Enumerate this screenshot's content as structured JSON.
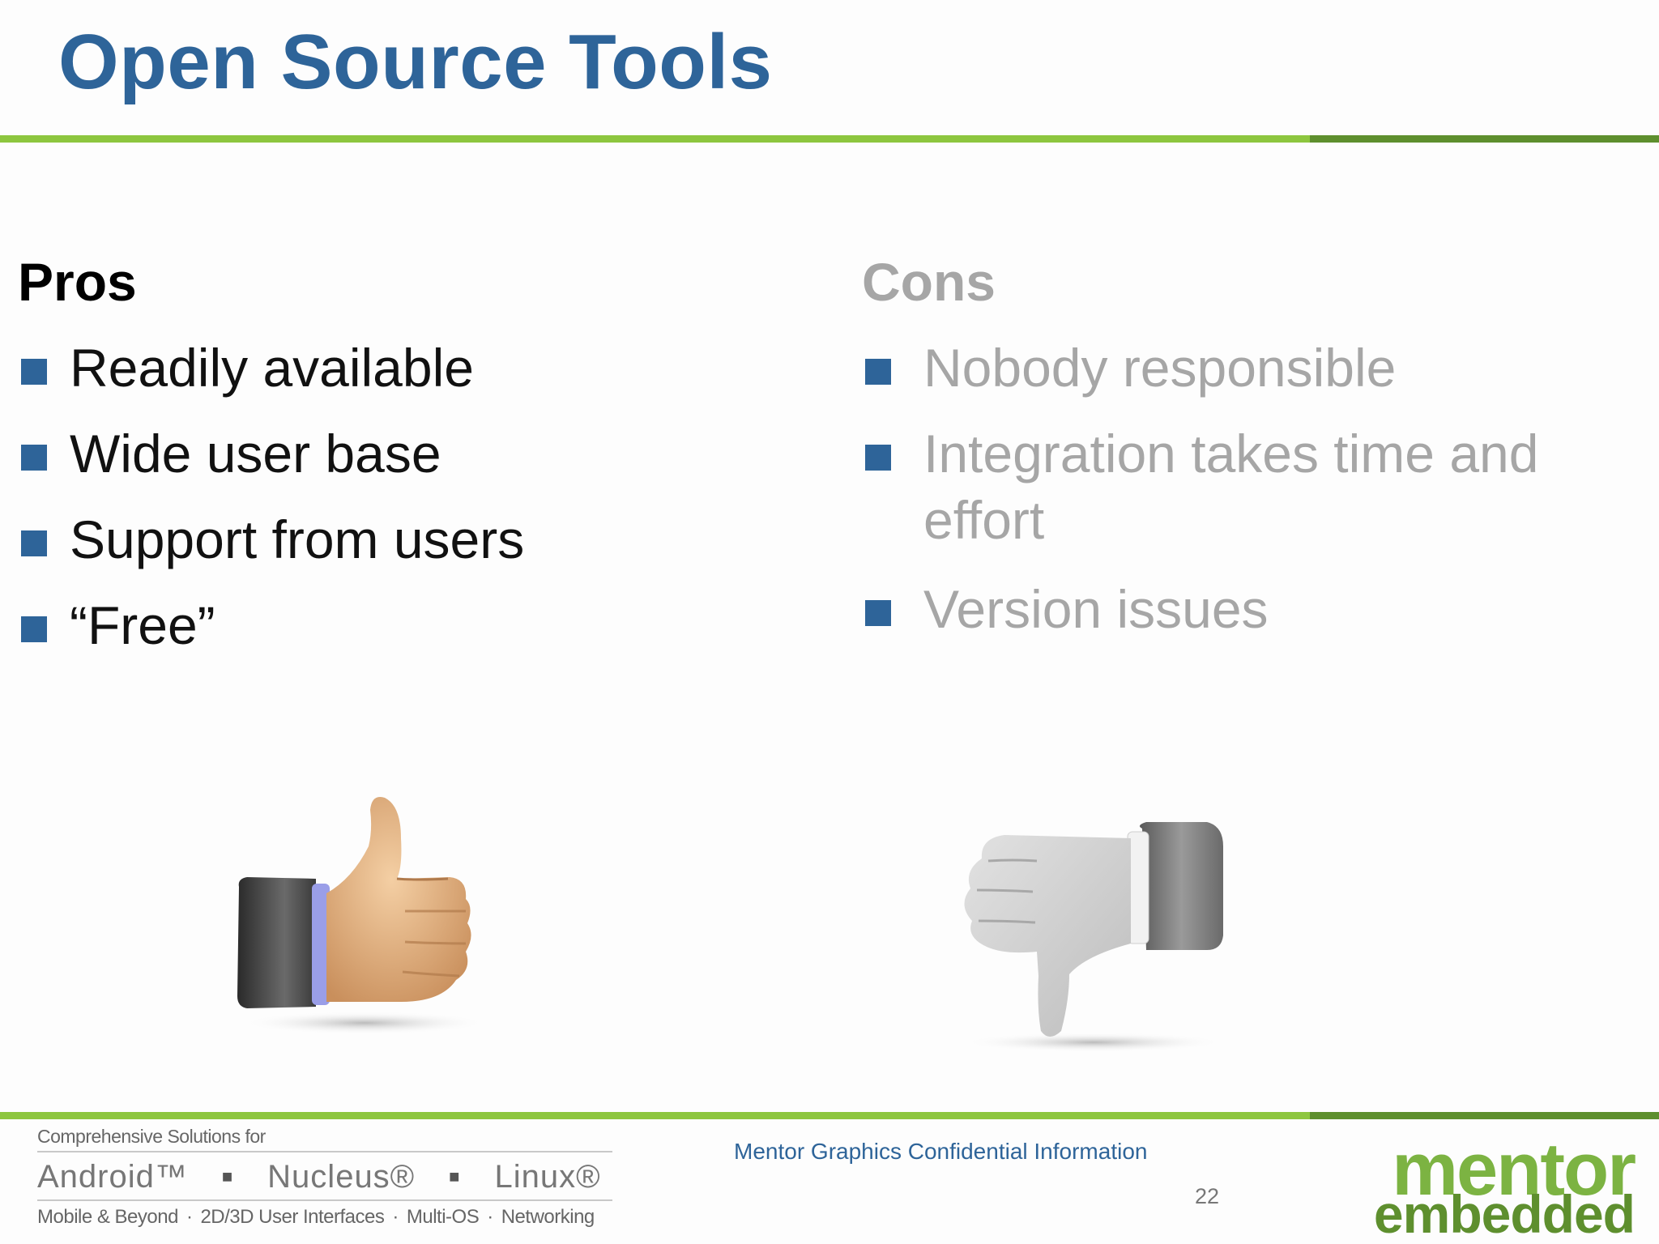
{
  "slide": {
    "title": "Open Source Tools"
  },
  "pros": {
    "heading": "Pros",
    "items": [
      "Readily available",
      "Wide user base",
      "Support from users",
      "“Free”"
    ]
  },
  "cons": {
    "heading": "Cons",
    "items": [
      "Nobody responsible",
      "Integration takes time and effort",
      "Version issues"
    ]
  },
  "footer": {
    "tagline": "Comprehensive Solutions for",
    "brands": [
      "Android™",
      "Nucleus®",
      "Linux®"
    ],
    "categories": [
      "Mobile & Beyond",
      "2D/3D User Interfaces",
      "Multi-OS",
      "Networking"
    ],
    "confidential": "Mentor Graphics Confidential Information",
    "page_number": "22",
    "logo_line1": "mentor",
    "logo_line2": "embedded"
  },
  "colors": {
    "title_blue": "#2e6499",
    "accent_green": "#8dc63f",
    "accent_green_dark": "#5e8f2e",
    "cons_gray": "#a6a6a6"
  },
  "icons": [
    "thumbs-up-icon",
    "thumbs-down-icon"
  ]
}
